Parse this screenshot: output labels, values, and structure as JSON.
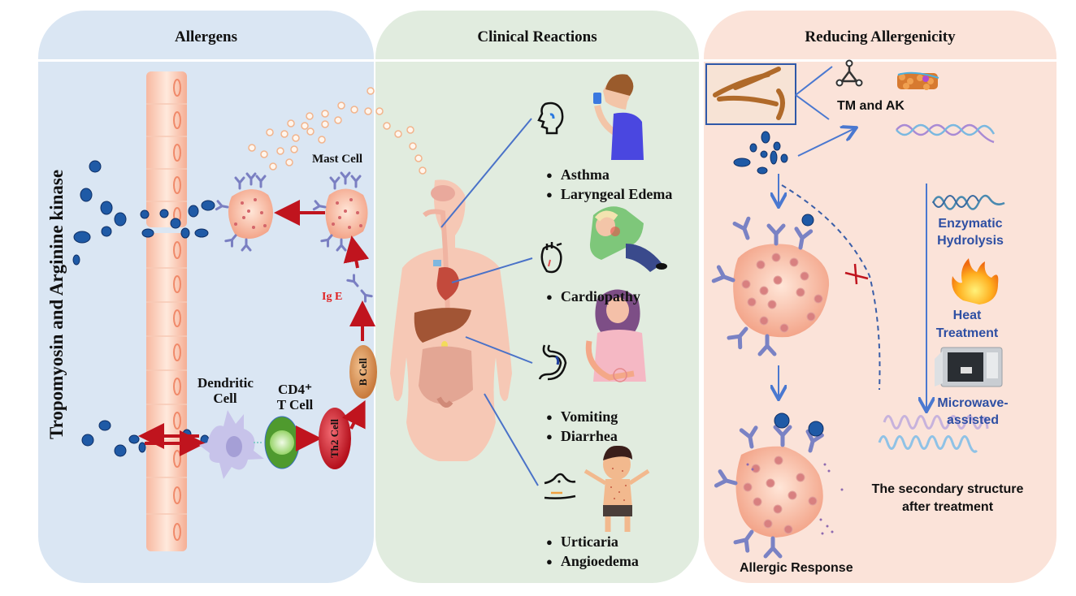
{
  "figure": {
    "panels": [
      {
        "id": "allergens",
        "title": "Allergens",
        "color": "#dae6f3"
      },
      {
        "id": "clinical",
        "title": "Clinical Reactions",
        "color": "#e1ecdf"
      },
      {
        "id": "reducing",
        "title": "Reducing Allergenicity",
        "color": "#fbe3d9"
      }
    ]
  },
  "allergens": {
    "side_title": "Tropomyosin and Arginine kinase",
    "mast_cell_label": "Mast Cell",
    "ige_label": "Ig E",
    "dendritic_label": "Dendritic Cell",
    "dendritic_line1": "Dendritic",
    "dendritic_line2": "Cell",
    "cd4_line1": "CD4⁺",
    "cd4_line2": "T Cell",
    "th2_label": "Th2 Cell",
    "bcell_label": "B Cell",
    "colors": {
      "allergen": "#1f5aa6",
      "arrow": "#c0141e",
      "cell": "#f5b39c",
      "antibody": "#7a7fc2"
    }
  },
  "clinical": {
    "groups": [
      {
        "icon": "head-airway-icon",
        "items": [
          "Asthma",
          "Laryngeal Edema"
        ]
      },
      {
        "icon": "heart-icon",
        "items": [
          "Cardiopathy"
        ]
      },
      {
        "icon": "stomach-icon",
        "items": [
          "Vomiting",
          "Diarrhea"
        ]
      },
      {
        "icon": "skin-icon",
        "items": [
          "Urticaria",
          "Angioedema"
        ]
      }
    ]
  },
  "reducing": {
    "tm_ak_label": "TM and AK",
    "treatments": [
      {
        "label_line1": "Enzymatic",
        "label_line2": "Hydrolysis",
        "icon": "enzyme-wave-icon"
      },
      {
        "label_line1": "Heat",
        "label_line2": "Treatment",
        "icon": "fire-icon"
      },
      {
        "label_line1": "Microwave-",
        "label_line2": "assisted",
        "icon": "microwave-icon"
      }
    ],
    "secondary_line1": "The secondary structure",
    "secondary_line2": "after treatment",
    "allergic_response": "Allergic Response",
    "colors": {
      "arrow": "#4a78d0",
      "text": "#2e4fa3",
      "block": "#c0141e"
    }
  }
}
